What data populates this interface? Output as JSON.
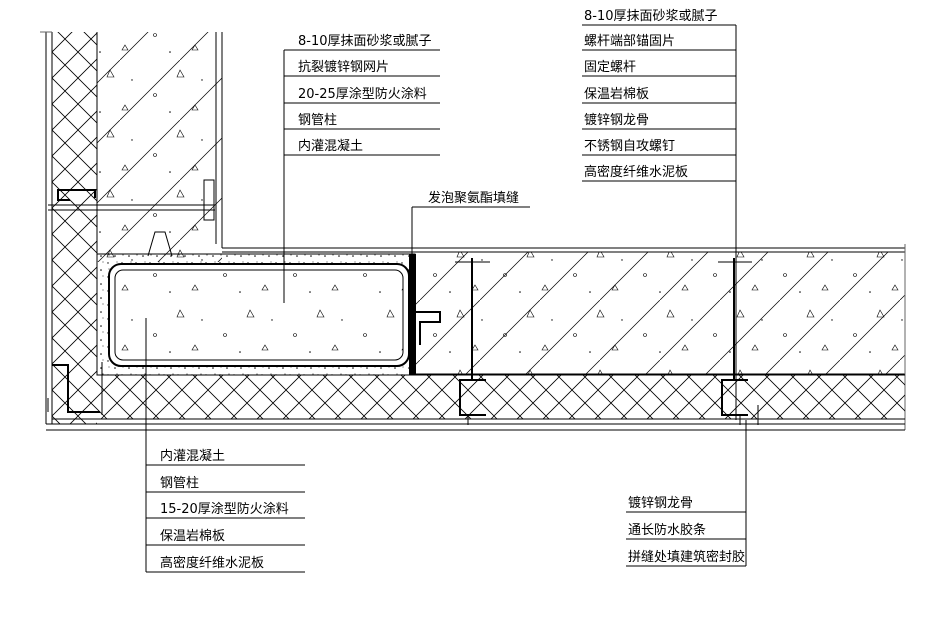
{
  "labels_top_middle": [
    "8-10厚抹面砂浆或腻子",
    "抗裂镀锌钢网片",
    "20-25厚涂型防火涂料",
    "钢管柱",
    "内灌混凝土"
  ],
  "labels_top_right": [
    "8-10厚抹面砂浆或腻子",
    "螺杆端部锚固片",
    "固定螺杆",
    "保温岩棉板",
    "镀锌钢龙骨",
    "不锈钢自攻螺钉",
    "高密度纤维水泥板"
  ],
  "label_foam": "发泡聚氨酯填缝",
  "labels_bottom_left": [
    "内灌混凝土",
    "钢管柱",
    "15-20厚涂型防火涂料",
    "保温岩棉板",
    "高密度纤维水泥板"
  ],
  "labels_bottom_right": [
    "镀锌钢龙骨",
    "通长防水胶条",
    "拼缝处填建筑密封胶"
  ]
}
